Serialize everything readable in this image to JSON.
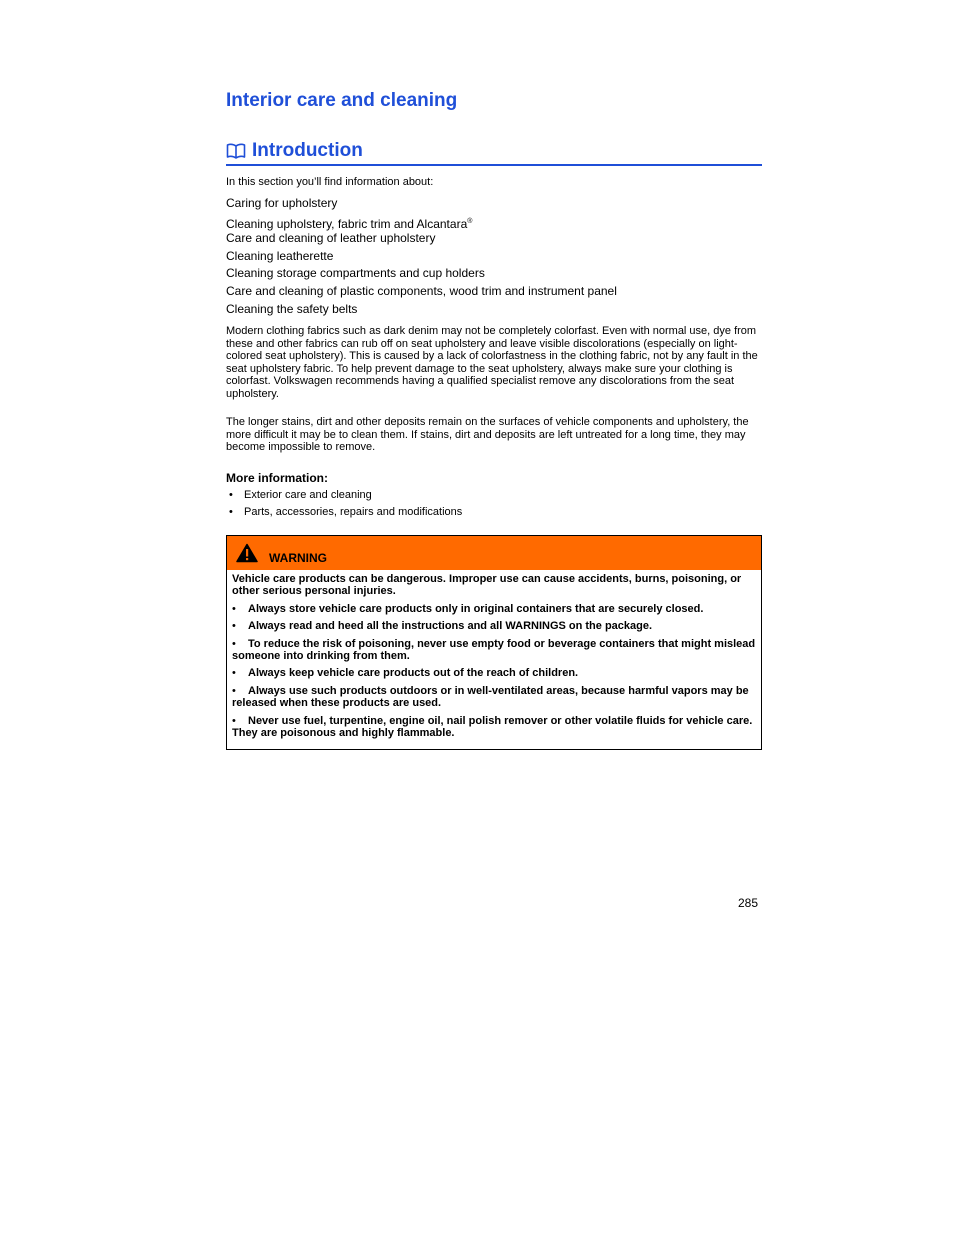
{
  "chapter": {
    "title": "Interior care and cleaning"
  },
  "section": {
    "title": "Introduction",
    "icon": "book-icon",
    "accent_color": "#1f4fd8"
  },
  "intro": {
    "lead": "In this section you’ll find information about:",
    "topics": [
      {
        "text": "Caring for upholstery",
        "suffix": ""
      },
      {
        "text": "Cleaning upholstery, fabric trim and Alcantara",
        "suffix": "®"
      },
      {
        "text": "Care and cleaning of leather upholstery",
        "suffix": ""
      },
      {
        "text": "Cleaning leatherette",
        "suffix": ""
      },
      {
        "text": "Cleaning storage compartments and cup holders",
        "suffix": ""
      },
      {
        "text": "Care and cleaning of plastic components, wood trim and instrument panel",
        "suffix": ""
      },
      {
        "text": "Cleaning the safety belts",
        "suffix": ""
      }
    ]
  },
  "paragraphs": [
    "Modern clothing fabrics such as dark denim may not be completely colorfast. Even with normal use, dye from these and other fabrics can rub off on seat upholstery and leave visible discolorations (especially on light-colored seat upholstery). This is caused by a lack of colorfastness in the clothing fabric, not by any fault in the seat upholstery fabric. To help prevent damage to the seat upholstery, always make sure your clothing is colorfast. Volkswagen recommends having a qualified specialist remove any discolorations from the seat upholstery.",
    "The longer stains, dirt and other deposits remain on the surfaces of vehicle components and upholstery, the more difficult it may be to clean them. If stains, dirt and deposits are left untreated for a long time, they may become impossible to remove."
  ],
  "more_info": {
    "heading": "More information:",
    "bullet": "•",
    "items": [
      "Exterior care and cleaning",
      "Parts, accessories, repairs and modifications"
    ]
  },
  "warning": {
    "title": "WARNING",
    "icon": "warning-triangle-icon",
    "bar_color": "#ff6a00",
    "intro": "Vehicle care products can be dangerous. Improper use can cause accidents, burns, poisoning, or other serious personal injuries.",
    "bullet": "•",
    "items": [
      "Always store vehicle care products only in original containers that are securely closed.",
      "Always read and heed all the instructions and all WARNINGS on the package.",
      "To reduce the risk of poisoning, never use empty food or beverage containers that might mislead someone into drinking from them.",
      "Always keep vehicle care products out of the reach of children.",
      "Always use such products outdoors or in well-ventilated areas, because harmful vapors may be released when these products are used.",
      "Never use fuel, turpentine, engine oil, nail polish remover or other volatile fluids for vehicle care. They are poisonous and highly flammable."
    ]
  },
  "page_number": "285"
}
